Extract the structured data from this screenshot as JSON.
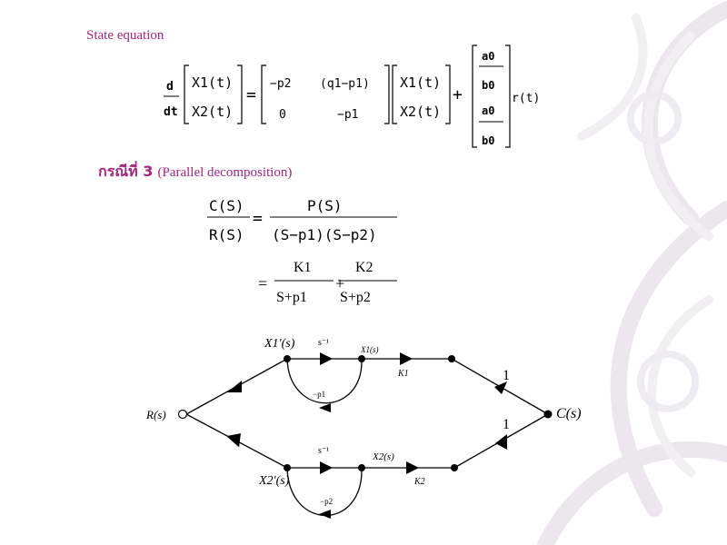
{
  "colors": {
    "heading": "#a8247f",
    "text": "#000000",
    "background_swirl": "#ece8ee"
  },
  "state_equation": {
    "title": "State equation",
    "d": "d",
    "dt": "dt",
    "x1": "X1(t)",
    "x2": "X2(t)",
    "a11": "−p2",
    "a12": "(q1−p1)",
    "a21": "0",
    "a22": "−p1",
    "b1": "a0",
    "b2": "b0",
    "b3": "a0",
    "b4": "b0",
    "input": "r(t)",
    "eq": "=",
    "plus": "+"
  },
  "case3": {
    "heading_thai": "กรณีที่ 3",
    "heading_sub": "(Parallel decomposition)"
  },
  "transfer_function": {
    "lhs_num": "C(S)",
    "lhs_den": "R(S)",
    "rhs_num": "P(S)",
    "rhs_den": "(S−p1)(S−p2)",
    "eq": "=",
    "plus": "+",
    "k1": "K1",
    "d1": "S+p1",
    "k2": "K2",
    "d2": "S+p2"
  },
  "signal_flow_graph": {
    "input_node": "R(s)",
    "output_node": "C(s)",
    "upper_state_deriv": "X1′(s)",
    "upper_integrator": "s⁻¹",
    "upper_state": "X1(s)",
    "upper_gain": "K1",
    "upper_feedback": "−p1",
    "upper_output_gain": "1",
    "lower_state_deriv": "X2′(s)",
    "lower_integrator": "s⁻¹",
    "lower_state": "X2(s)",
    "lower_gain": "K2",
    "lower_feedback": "−p2",
    "lower_output_gain": "1"
  }
}
